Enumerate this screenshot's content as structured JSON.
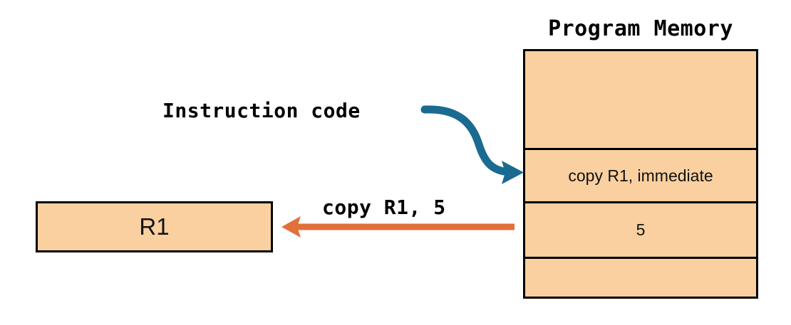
{
  "diagram": {
    "memory": {
      "title": "Program Memory",
      "cells": [
        {
          "text": "",
          "name": "memory-cell-empty-top"
        },
        {
          "text": "copy R1, immediate",
          "name": "memory-cell-instruction"
        },
        {
          "text": "5",
          "name": "memory-cell-operand"
        },
        {
          "text": "",
          "name": "memory-cell-empty-bottom"
        }
      ]
    },
    "register": {
      "label": "R1"
    },
    "annotations": {
      "instruction_code": "Instruction code",
      "copy_instruction": "copy R1, 5"
    },
    "arrows": [
      {
        "name": "instruction-code-arrow",
        "icon": "curved-arrow-icon",
        "color": "#1A6A91",
        "direction": "right",
        "from": "Instruction code label",
        "to": "memory-cell-instruction"
      },
      {
        "name": "data-transfer-arrow",
        "icon": "straight-arrow-icon",
        "color": "#E2703A",
        "direction": "left",
        "from": "program memory",
        "to": "R1 register"
      }
    ],
    "colors": {
      "cell_fill": "#FAD0A0",
      "border": "#000000",
      "teal_arrow": "#1A6A91",
      "orange_arrow": "#E2703A",
      "text": "#000000"
    }
  }
}
